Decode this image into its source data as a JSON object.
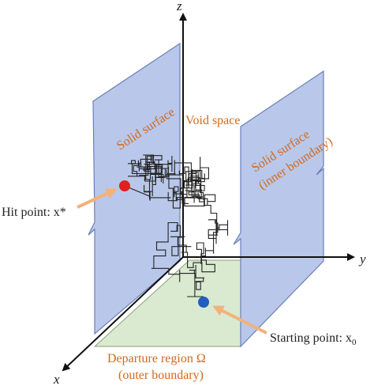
{
  "axes": {
    "x": "x",
    "y": "y",
    "z": "z"
  },
  "labels": {
    "solid_surface_left": "Solid surface",
    "solid_surface_right": "Solid surface",
    "inner_boundary": "(inner boundary)",
    "void_space": "Void space",
    "hit_point": "Hit point: x*",
    "starting_point": "Starting point: x",
    "starting_point_sub": "0",
    "departure_region": "Departure region Ω",
    "outer_boundary": "(outer boundary)"
  },
  "colors": {
    "surface_fill": "#b9c8ea",
    "surface_edge": "#6a7fb8",
    "region_fill": "#d9ead0",
    "label_orange": "#d2691e",
    "arrow_orange": "#f2b27a",
    "hit_point": "#e02020",
    "start_point": "#1f5fbf",
    "path": "#222222"
  }
}
